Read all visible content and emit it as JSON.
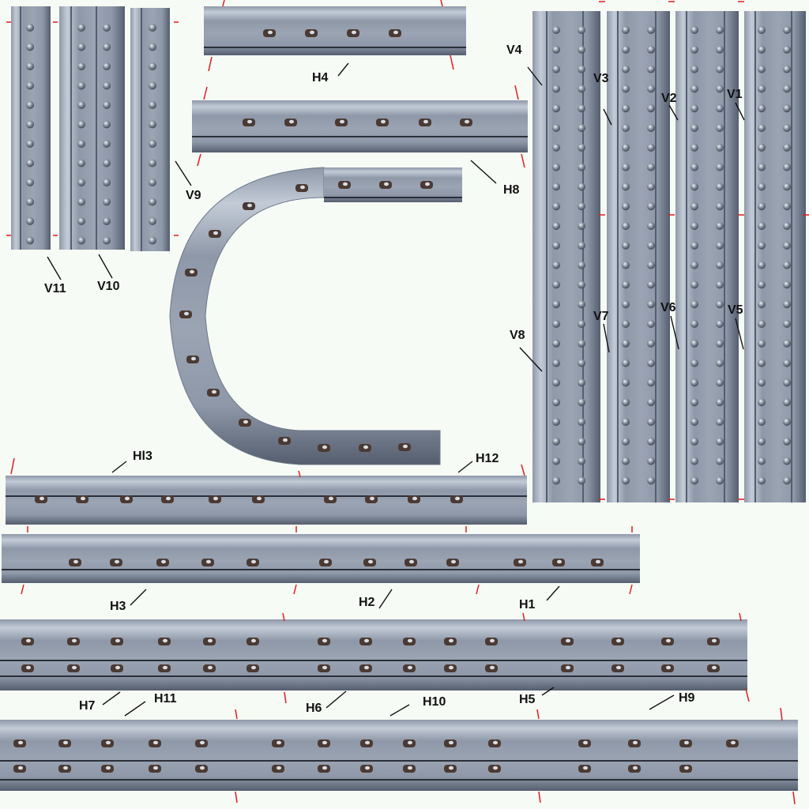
{
  "colors": {
    "background": "#f7fbf6",
    "rail_light": "#c3cbd7",
    "rail_mid": "#8e98a8",
    "rail_dark": "#555e6e",
    "groove": "#2a2f3a",
    "cut_mark": "#e51a1a",
    "label": "#111111"
  },
  "labels": {
    "v1": "V1",
    "v2": "V2",
    "v3": "V3",
    "v4": "V4",
    "v5": "V5",
    "v6": "V6",
    "v7": "V7",
    "v8": "V8",
    "v9": "V9",
    "v10": "V10",
    "v11": "V11",
    "h1": "H1",
    "h2": "H2",
    "h3": "H3",
    "h4": "H4",
    "h5": "H5",
    "h6": "H6",
    "h7": "H7",
    "h8": "H8",
    "h9": "H9",
    "h10": "H10",
    "h11": "H11",
    "h12": "H12",
    "hl3": "Hl3"
  }
}
